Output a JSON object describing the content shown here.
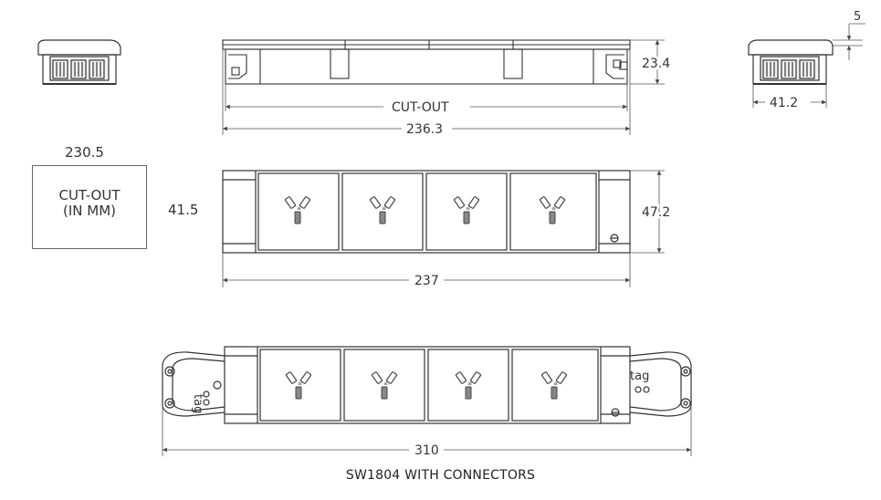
{
  "dimensions": {
    "top_height": "23.4",
    "side_clearance": "5",
    "side_width": "41.2",
    "top_cutout_label": "CUT-OUT",
    "top_length": "236.3",
    "front_height": "47.2",
    "front_length": "237",
    "connectors_length": "310"
  },
  "cutout": {
    "width": "230.5",
    "height": "41.5",
    "line1": "CUT-OUT",
    "line2": "(IN MM)"
  },
  "caption": "SW1804 WITH CONNECTORS",
  "colors": {
    "line": "#333333",
    "socket": "#555555",
    "fill": "#ffffff"
  },
  "socket_count": 4
}
